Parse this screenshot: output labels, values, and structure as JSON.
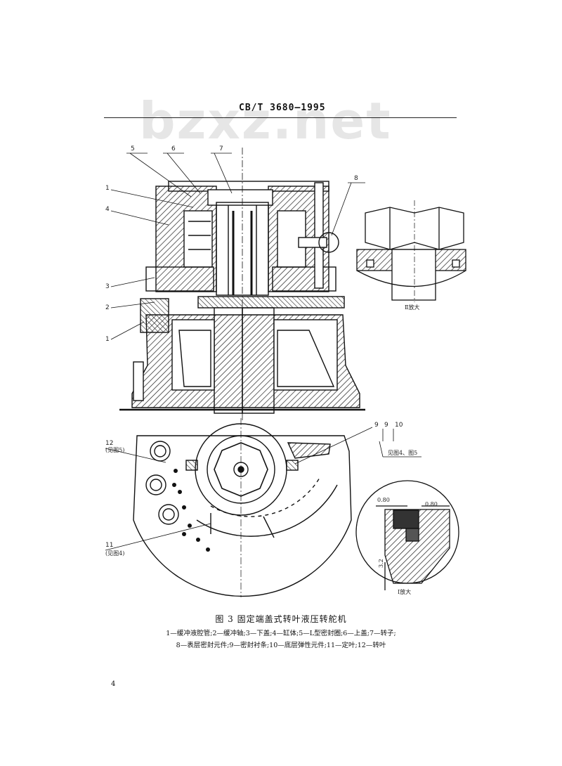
{
  "header": {
    "standard_number": "CB/T 3680—1995"
  },
  "watermark": {
    "text": "bzxz.net"
  },
  "figure": {
    "caption": "图 3  固定端盖式转叶液压转舵机",
    "legend_line_1": "1—缓冲液腔管;2—缓冲轴;3—下盖;4—缸体;5—L型密封圈;6—上盖;7—转子;",
    "legend_line_2": "8—表层密封元件;9—密封衬条;10—底层弹性元件;11—定叶;12—转叶",
    "callouts": {
      "c1": "1",
      "c2": "2",
      "c3": "3",
      "c4": "4",
      "c5": "5",
      "c6": "6",
      "c7": "7",
      "c8": "8",
      "c9": "9",
      "c10": "10",
      "c11": "11",
      "c12": "12"
    },
    "ref_12": "(见图5)",
    "ref_11": "(见图4)",
    "ref_9_10": "见图4、图5",
    "detail_ii_label": "Ⅱ放大",
    "detail_i_label": "Ⅰ放大",
    "roughness_a": "0.80",
    "roughness_b": "0.80",
    "roughness_c": "3.2"
  },
  "page": {
    "number": "4"
  }
}
